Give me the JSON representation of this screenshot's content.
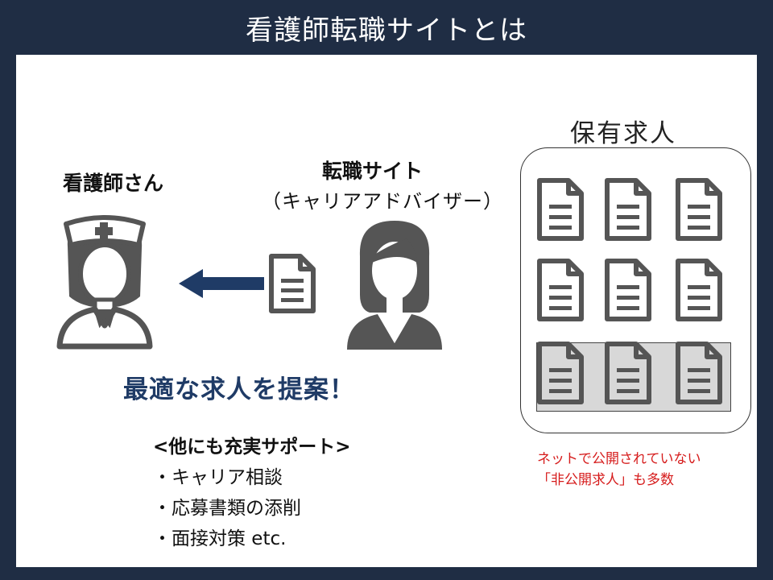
{
  "title": "看護師転職サイトとは",
  "nurse": {
    "label": "看護師さん"
  },
  "site": {
    "label": "転職サイト",
    "sub": "（キャリアアドバイザー）"
  },
  "proposal": "最適な求人を提案！",
  "support": {
    "heading": "<他にも充実サポート>",
    "items": [
      "・キャリア相談",
      "・応募書類の添削",
      "・面接対策 etc."
    ]
  },
  "holdings": {
    "label": "保有求人",
    "note_line1": "ネットで公開されていない",
    "note_line2": "「非公開求人」も多数"
  },
  "colors": {
    "frame": "#1f2d44",
    "accent": "#1f3b66",
    "icon": "#555555",
    "note": "#d61c1c"
  },
  "icons": [
    "nurse-icon",
    "advisor-icon",
    "document-icon",
    "arrow-left-icon"
  ]
}
